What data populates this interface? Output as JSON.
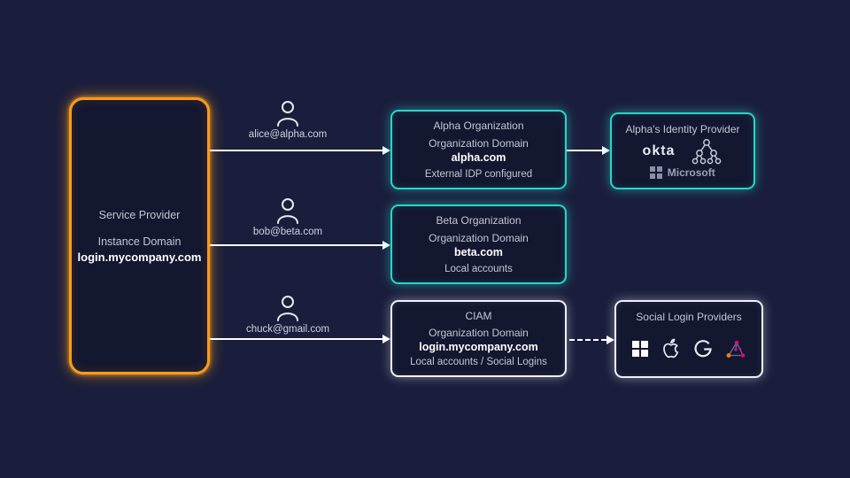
{
  "diagram": {
    "background": "#1a1e3c",
    "box_fill": "#131730",
    "accent_orange": "#f89b1c",
    "accent_teal": "#29d5c9",
    "accent_white": "#eef0f8",
    "arrow_color": "#ffffff"
  },
  "service_provider": {
    "title": "Service Provider",
    "domain_label": "Instance Domain",
    "domain": "login.mycompany.com"
  },
  "users": [
    {
      "email": "alice@alpha.com"
    },
    {
      "email": "bob@beta.com"
    },
    {
      "email": "chuck@gmail.com"
    }
  ],
  "organizations": [
    {
      "title": "Alpha Organization",
      "domain_label": "Organization Domain",
      "domain": "alpha.com",
      "note": "External IDP configured"
    },
    {
      "title": "Beta Organization",
      "domain_label": "Organization Domain",
      "domain": "beta.com",
      "note": "Local accounts"
    },
    {
      "title": "CIAM",
      "domain_label": "Organization Domain",
      "domain": "login.mycompany.com",
      "note": "Local accounts / Social Logins"
    }
  ],
  "identity_provider": {
    "title": "Alpha's Identity Provider",
    "okta_label": "okta",
    "microsoft_label": "Microsoft",
    "icons": [
      "okta-wordmark",
      "directory-tree-icon",
      "microsoft-icon"
    ]
  },
  "social_providers": {
    "title": "Social Login Providers",
    "icons": [
      "microsoft-icon",
      "apple-icon",
      "google-icon",
      "network-triangle-icon"
    ]
  }
}
